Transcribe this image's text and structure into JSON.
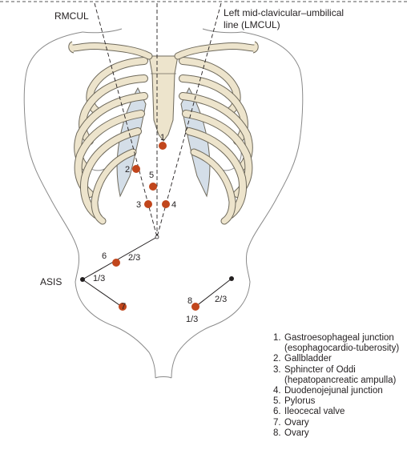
{
  "labels": {
    "rmcul": "RMCUL",
    "lmcul_line1": "Left mid-clavicular–umbilical",
    "lmcul_line2": "line (LMCUL)",
    "asis": "ASIS"
  },
  "ratios": {
    "upper_right_two_thirds": "2/3",
    "lower_right_one_third": "1/3",
    "left_two_thirds": "2/3",
    "left_one_third": "1/3"
  },
  "points": [
    {
      "number": "1",
      "color": "#c1461c"
    },
    {
      "number": "2",
      "color": "#c1461c"
    },
    {
      "number": "3",
      "color": "#c1461c"
    },
    {
      "number": "4",
      "color": "#c1461c"
    },
    {
      "number": "5",
      "color": "#c1461c"
    },
    {
      "number": "6",
      "color": "#c1461c"
    },
    {
      "number": "7",
      "color": "#c1461c"
    },
    {
      "number": "8",
      "color": "#c1461c"
    }
  ],
  "legend": [
    {
      "num": "1.",
      "lines": [
        "Gastroesophageal junction",
        "(esophagocardio-tuberosity)"
      ]
    },
    {
      "num": "2.",
      "lines": [
        "Gallbladder"
      ]
    },
    {
      "num": "3.",
      "lines": [
        "Sphincter of Oddi",
        "(hepatopancreatic ampulla)"
      ]
    },
    {
      "num": "4.",
      "lines": [
        "Duodenojejunal junction"
      ]
    },
    {
      "num": "5.",
      "lines": [
        "Pylorus"
      ]
    },
    {
      "num": "6.",
      "lines": [
        "Ileocecal valve"
      ]
    },
    {
      "num": "7.",
      "lines": [
        "Ovary"
      ]
    },
    {
      "num": "8.",
      "lines": [
        "Ovary"
      ]
    }
  ],
  "colors": {
    "bone": "#ede4cc",
    "bone_outline": "#6f6a5c",
    "cartilage": "#d4dee8",
    "point": "#c1461c",
    "outline": "#7a7a7a",
    "line": "#231f20"
  }
}
